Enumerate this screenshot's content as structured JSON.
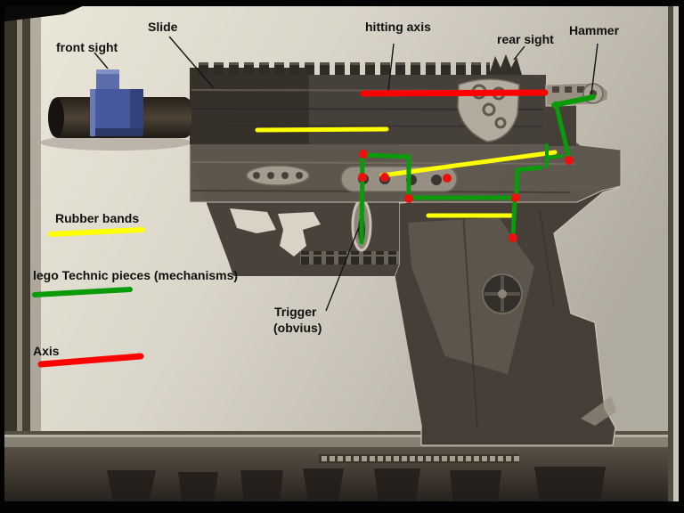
{
  "annotations": {
    "labels": {
      "front_sight": "front sight",
      "slide": "Slide",
      "hitting_axis": "hitting axis",
      "rear_sight": "rear sight",
      "hammer": "Hammer",
      "rubber_bands": "Rubber bands",
      "technic_pieces": "lego Technic pieces (mechanisms)",
      "axis": "Axis",
      "trigger": "Trigger",
      "trigger_sub": "(obvius)"
    },
    "colors": {
      "rubber_bands": "#ffff00",
      "mechanisms": "#0a9b0a",
      "axis_lines": "#ff0000",
      "axis_dots": "#ee0f0f",
      "leader": "#151515",
      "front_sight_piece": "#46589e"
    },
    "lines": [
      {
        "name": "rubber-bands-sample-line",
        "color": "rubber_bands",
        "w": 6,
        "pts": [
          [
            57,
            263
          ],
          [
            160,
            258
          ]
        ]
      },
      {
        "name": "slide-rubber-band-line",
        "color": "rubber_bands",
        "w": 5,
        "pts": [
          [
            289,
            146
          ],
          [
            434,
            145
          ]
        ]
      },
      {
        "name": "upper-rubber-band-line",
        "color": "rubber_bands",
        "w": 5,
        "pts": [
          [
            486,
            104
          ],
          [
            574,
            104
          ]
        ]
      },
      {
        "name": "diagonal-rubber-band-line",
        "color": "rubber_bands",
        "w": 5,
        "pts": [
          [
            429,
            197
          ],
          [
            623,
            171
          ]
        ]
      },
      {
        "name": "grip-rubber-band-line",
        "color": "rubber_bands",
        "w": 5,
        "pts": [
          [
            481,
            242
          ],
          [
            577,
            242
          ]
        ]
      },
      {
        "name": "mechanisms-sample-line",
        "color": "mechanisms",
        "w": 6,
        "pts": [
          [
            39,
            331
          ],
          [
            146,
            325
          ]
        ]
      },
      {
        "name": "trigger-mechanism-line",
        "color": "mechanisms",
        "w": 5,
        "pts": [
          [
            407,
            176
          ],
          [
            406,
            272
          ]
        ]
      },
      {
        "name": "top-mechanism-path",
        "color": "mechanisms",
        "w": 5,
        "pts": [
          [
            408,
            174
          ],
          [
            459,
            176
          ],
          [
            459,
            222
          ]
        ]
      },
      {
        "name": "lower-mechanism-line",
        "color": "mechanisms",
        "w": 5,
        "pts": [
          [
            459,
            222
          ],
          [
            578,
            222
          ]
        ]
      },
      {
        "name": "right-mechanism-elbow",
        "color": "mechanisms",
        "w": 5,
        "pts": [
          [
            607,
            188
          ],
          [
            581,
            191
          ],
          [
            580,
            222
          ]
        ]
      },
      {
        "name": "grip-mechanism-line",
        "color": "mechanisms",
        "w": 5,
        "pts": [
          [
            578,
            224
          ],
          [
            576,
            266
          ]
        ]
      },
      {
        "name": "hammer-mechanism-diagonal",
        "color": "mechanisms",
        "w": 6,
        "pts": [
          [
            622,
            118
          ],
          [
            666,
            109
          ]
        ]
      },
      {
        "name": "hammer-mechanism-vertical",
        "color": "mechanisms",
        "w": 5,
        "pts": [
          [
            624,
            116
          ],
          [
            639,
            177
          ]
        ]
      },
      {
        "name": "small-mechanism-vertical",
        "color": "mechanisms",
        "w": 4,
        "pts": [
          [
            614,
            163
          ],
          [
            614,
            187
          ]
        ]
      },
      {
        "name": "small-mechanism-horizontal",
        "color": "mechanisms",
        "w": 4,
        "pts": [
          [
            614,
            177
          ],
          [
            631,
            175
          ]
        ]
      },
      {
        "name": "hitting-axis-line",
        "color": "axis_lines",
        "w": 7,
        "pts": [
          [
            408,
            105
          ],
          [
            612,
            104
          ]
        ]
      },
      {
        "name": "axis-sample-line",
        "color": "axis_lines",
        "w": 7,
        "pts": [
          [
            46,
            409
          ],
          [
            158,
            400
          ]
        ]
      }
    ],
    "dots": [
      [
        408,
        173
      ],
      [
        407,
        199
      ],
      [
        432,
        199
      ],
      [
        502,
        200
      ],
      [
        459,
        223
      ],
      [
        579,
        222
      ],
      [
        639,
        180
      ],
      [
        576,
        267
      ]
    ],
    "leaders": [
      {
        "name": "front-sight-leader",
        "pts": [
          [
            106,
            59
          ],
          [
            121,
            77
          ]
        ]
      },
      {
        "name": "slide-leader",
        "pts": [
          [
            190,
            41
          ],
          [
            240,
            99
          ]
        ]
      },
      {
        "name": "hitting-axis-leader",
        "pts": [
          [
            442,
            49
          ],
          [
            436,
            102
          ]
        ]
      },
      {
        "name": "rear-sight-leader",
        "pts": [
          [
            589,
            52
          ],
          [
            577,
            67
          ]
        ]
      },
      {
        "name": "hammer-leader",
        "pts": [
          [
            671,
            49
          ],
          [
            664,
            106
          ]
        ]
      },
      {
        "name": "trigger-leader",
        "pts": [
          [
            366,
            349
          ],
          [
            403,
            255
          ]
        ]
      }
    ]
  }
}
